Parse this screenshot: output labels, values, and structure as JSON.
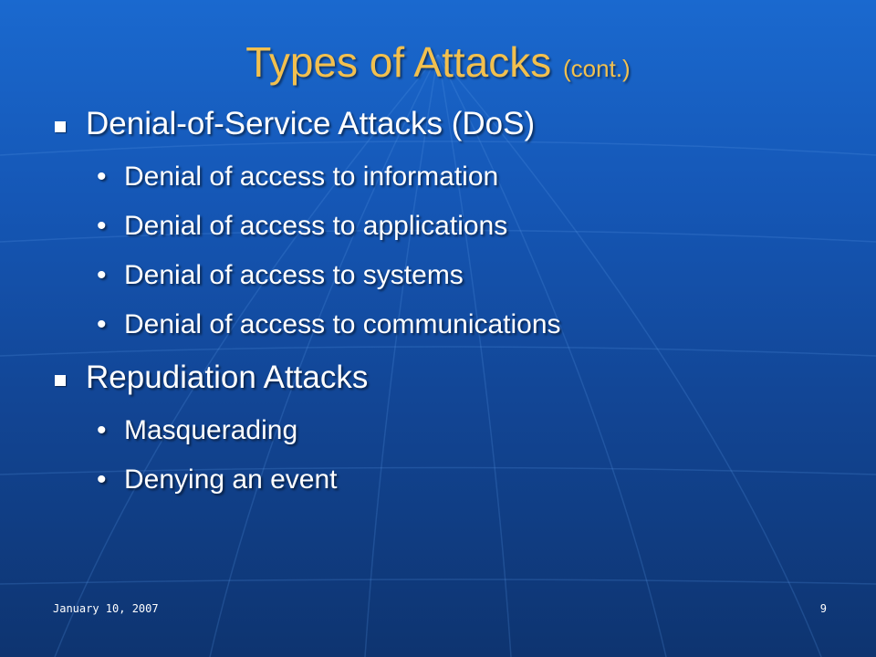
{
  "slide": {
    "title_main": "Types of Attacks",
    "title_sub": "(cont.)",
    "bullets": [
      {
        "text": "Denial-of-Service Attacks (DoS)",
        "subs": [
          "Denial of access to information",
          "Denial of access to applications",
          "Denial of access to systems",
          "Denial of access to communications"
        ]
      },
      {
        "text": "Repudiation Attacks",
        "subs": [
          "Masquerading",
          "Denying an event"
        ]
      }
    ],
    "bullet_glyph": "•"
  },
  "footer": {
    "date": "January 10, 2007",
    "page_number": "9"
  },
  "colors": {
    "title": "#f2c04f",
    "text": "#ffffff",
    "background_top": "#1a69cf",
    "background_bottom": "#0e3470"
  }
}
